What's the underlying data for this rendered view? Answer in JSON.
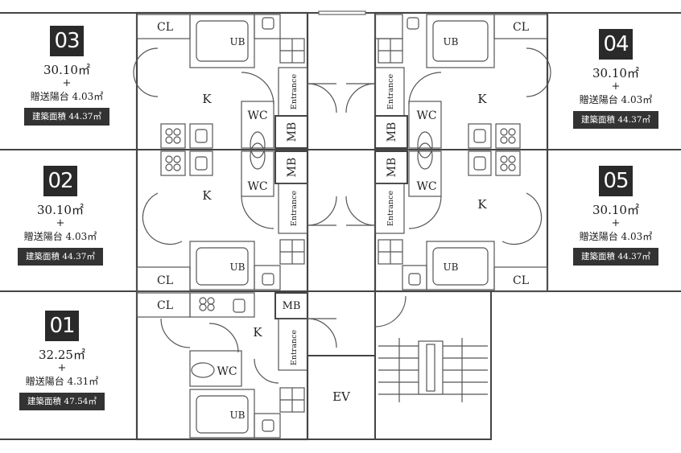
{
  "units": [
    {
      "id": "u03",
      "number": "03",
      "area": "30.10㎡",
      "plus": "+",
      "balcony": "贈送陽台 4.03㎡",
      "building_area": "建築面積 44.37㎡"
    },
    {
      "id": "u02",
      "number": "02",
      "area": "30.10㎡",
      "plus": "+",
      "balcony": "贈送陽台 4.03㎡",
      "building_area": "建築面積 44.37㎡"
    },
    {
      "id": "u01",
      "number": "01",
      "area": "32.25㎡",
      "plus": "+",
      "balcony": "贈送陽台 4.31㎡",
      "building_area": "建築面積 47.54㎡"
    },
    {
      "id": "u04",
      "number": "04",
      "area": "30.10㎡",
      "plus": "+",
      "balcony": "贈送陽台 4.03㎡",
      "building_area": "建築面積 44.37㎡"
    },
    {
      "id": "u05",
      "number": "05",
      "area": "30.10㎡",
      "plus": "+",
      "balcony": "贈送陽台 4.03㎡",
      "building_area": "建築面積 44.37㎡"
    }
  ],
  "rooms": {
    "closet": "CL",
    "bath": "UB",
    "kitchen": "K",
    "toilet": "WC",
    "meter_box": "MB",
    "entrance": "Entrance",
    "elevator": "EV"
  }
}
